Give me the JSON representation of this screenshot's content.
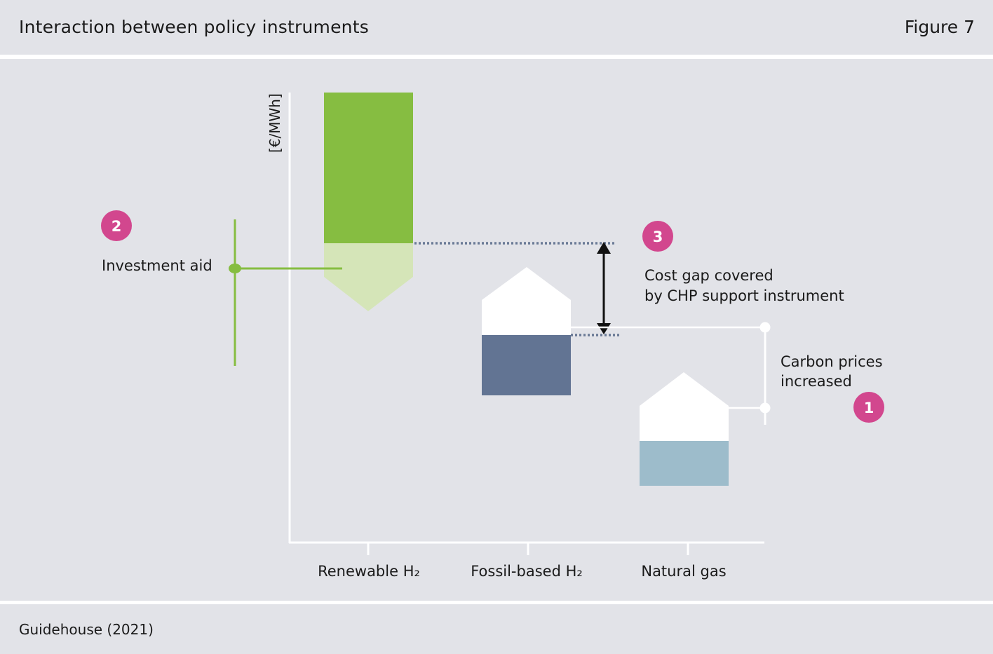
{
  "header": {
    "title": "Interaction between policy instruments",
    "figure_label": "Figure 7"
  },
  "footer": {
    "source": "Guidehouse (2021)"
  },
  "diagram": {
    "axis_unit": "[€/MWh]",
    "categories": [
      "Renewable H₂",
      "Fossil-based H₂",
      "Natural gas"
    ],
    "badges": {
      "b1": "1",
      "b2": "2",
      "b3": "3"
    },
    "labels": {
      "investment_aid": "Investment aid",
      "cost_gap_line1": "Cost gap covered",
      "cost_gap_line2": "by CHP support instrument",
      "carbon_line1": "Carbon prices",
      "carbon_line2": "increased"
    },
    "colors": {
      "background": "#e2e3e8",
      "renewable_dark": "#86bd41",
      "renewable_light": "#d5e5b8",
      "fossil": "#627493",
      "natural_gas": "#9dbccb",
      "badge": "#d2478e",
      "dotted": "#6a7a96"
    }
  }
}
